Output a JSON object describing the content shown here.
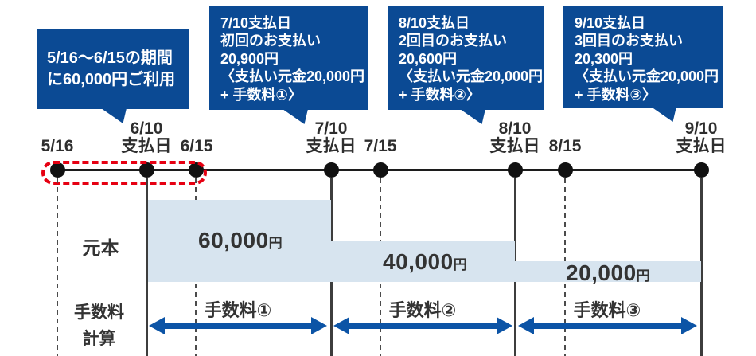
{
  "diagram": {
    "title_semantic": "分割払いスケジュール図",
    "bubbles": [
      {
        "lines": [
          "5/16〜6/15の期間",
          "に60,000円ご利用"
        ]
      },
      {
        "lines": [
          "7/10支払日",
          "初回のお支払い",
          "20,900円",
          "〈支払い元金20,000円",
          "+ 手数料①〉"
        ]
      },
      {
        "lines": [
          "8/10支払日",
          "2回目のお支払い",
          "20,600円",
          "〈支払い元金20,000円",
          "+ 手数料②〉"
        ]
      },
      {
        "lines": [
          "9/10支払日",
          "3回目のお支払い",
          "20,300円",
          "〈支払い元金20,000円",
          "+ 手数料③〉"
        ]
      }
    ],
    "timeline": {
      "points": [
        {
          "date": "5/16",
          "sub": ""
        },
        {
          "date": "6/10",
          "sub": "支払日"
        },
        {
          "date": "6/15",
          "sub": ""
        },
        {
          "date": "7/10",
          "sub": "支払日"
        },
        {
          "date": "7/15",
          "sub": ""
        },
        {
          "date": "8/10",
          "sub": "支払日"
        },
        {
          "date": "8/15",
          "sub": ""
        },
        {
          "date": "9/10",
          "sub": "支払日"
        }
      ]
    },
    "principal": {
      "label": "元本",
      "bands": [
        {
          "amount": "60,000",
          "unit": "円"
        },
        {
          "amount": "40,000",
          "unit": "円"
        },
        {
          "amount": "20,000",
          "unit": "円"
        }
      ]
    },
    "fees": {
      "label_line1": "手数料",
      "label_line2": "計算",
      "arrows": [
        {
          "label": "手数料①"
        },
        {
          "label": "手数料②"
        },
        {
          "label": "手数料③"
        }
      ]
    },
    "colors": {
      "bubble_blue": "#0b4a94",
      "arrow_blue": "#0c54a6",
      "band_light_blue": "#d7e4ef",
      "highlight_red": "#e60012",
      "text_dark": "#333333"
    }
  }
}
